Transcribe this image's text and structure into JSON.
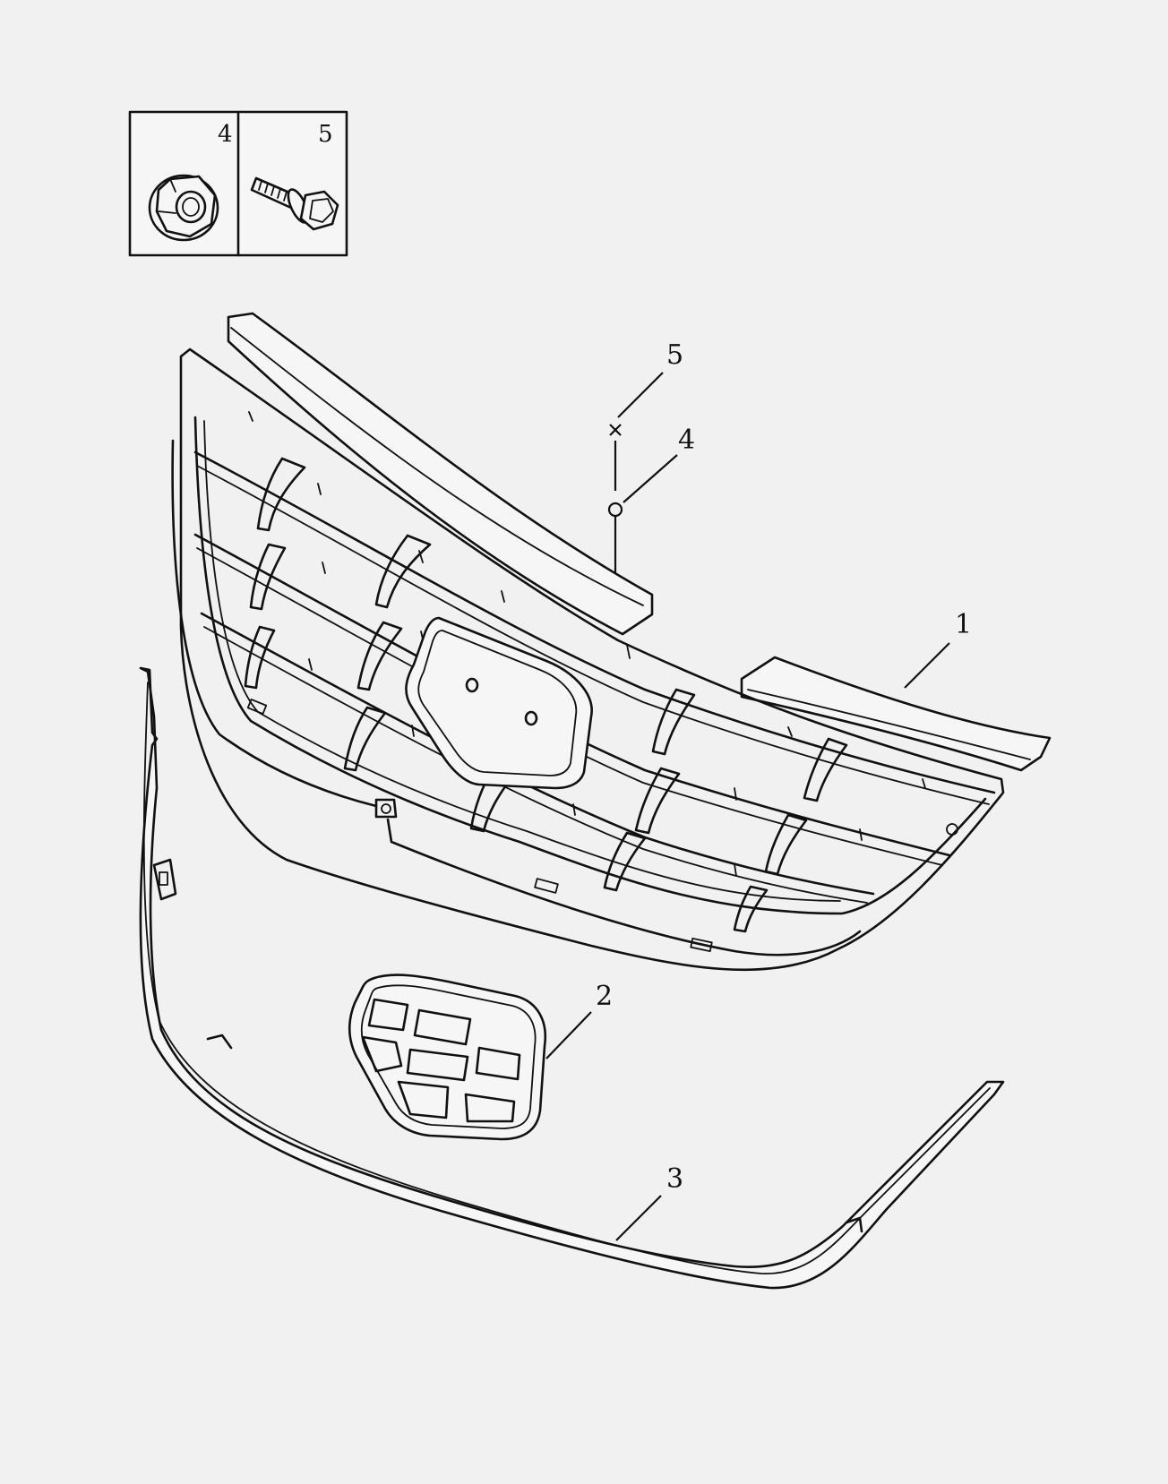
{
  "inset": {
    "cells": [
      {
        "label": "4",
        "icon": "flange-nut-icon"
      },
      {
        "label": "5",
        "icon": "flange-bolt-icon"
      }
    ]
  },
  "callouts": {
    "grille": "1",
    "emblem": "2",
    "lower_trim": "3",
    "nut": "4",
    "bolt": "5"
  },
  "colors": {
    "background": "#f1f1f1",
    "line": "#111111"
  }
}
